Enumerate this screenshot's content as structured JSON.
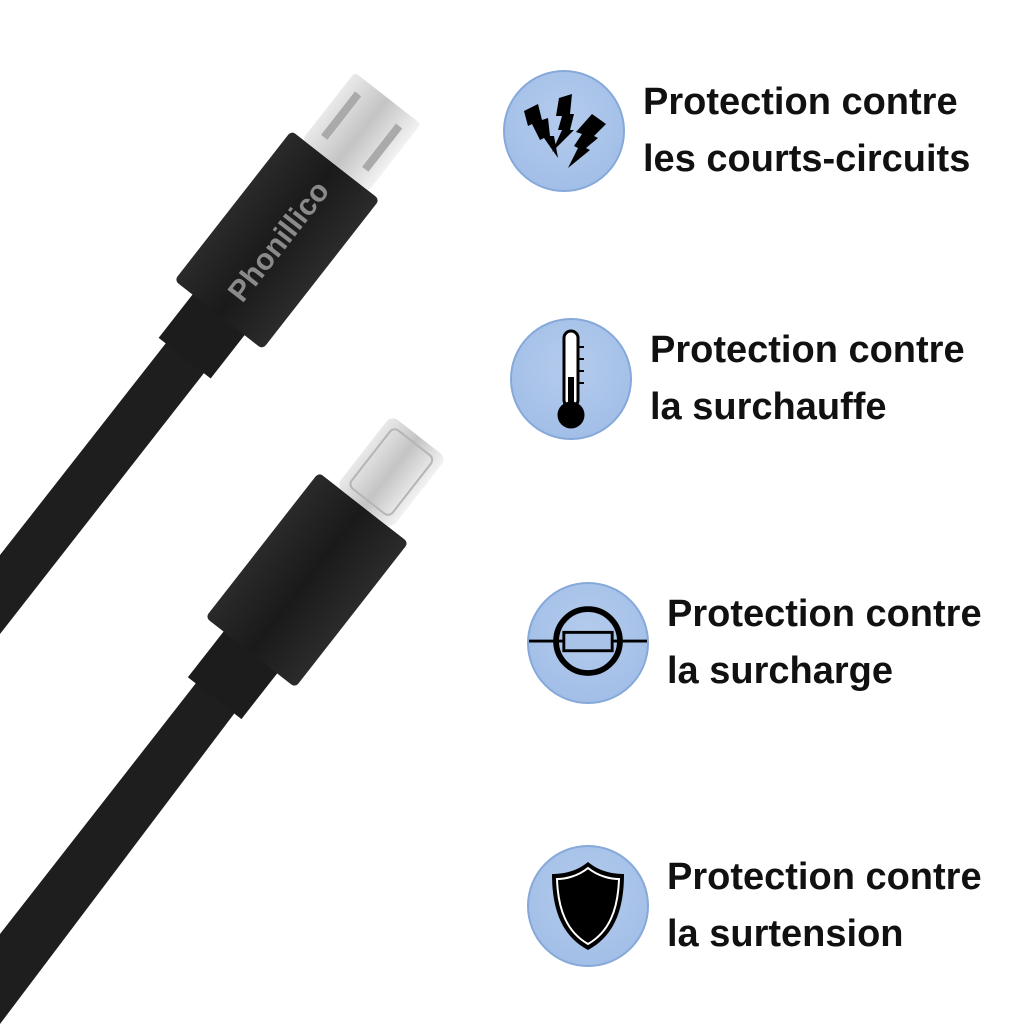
{
  "brand": "Phonillico",
  "colors": {
    "badge": "#a9c3e8",
    "cable": "#1f1f1f",
    "text": "#111111"
  },
  "features": [
    {
      "icon": "lightning-bolts-icon",
      "line1": "Protection contre",
      "line2": "les courts-circuits"
    },
    {
      "icon": "thermometer-icon",
      "line1": "Protection contre",
      "line2": "la surchauffe"
    },
    {
      "icon": "fuse-icon",
      "line1": "Protection contre",
      "line2": "la surcharge"
    },
    {
      "icon": "shield-icon",
      "line1": "Protection contre",
      "line2": "la surtension"
    }
  ]
}
